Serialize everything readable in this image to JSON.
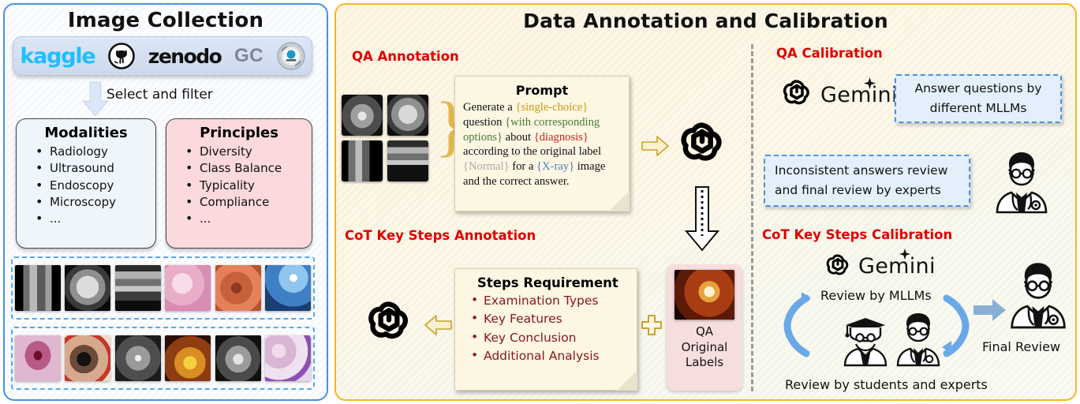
{
  "left_panel": {
    "title": "Image Collection",
    "sources": [
      {
        "name": "kaggle-logo",
        "label": "kaggle"
      },
      {
        "name": "github-logo",
        "label": ""
      },
      {
        "name": "zenodo-logo",
        "label": "zenodo"
      },
      {
        "name": "gc-logo",
        "label": "GC"
      },
      {
        "name": "tcia-logo",
        "label": ""
      }
    ],
    "arrow_caption": "Select and filter",
    "modalities": {
      "title": "Modalities",
      "items": [
        "Radiology",
        "Ultrasound",
        "Endoscopy",
        "Microscopy",
        "..."
      ]
    },
    "principles": {
      "title": "Principles",
      "items": [
        "Diversity",
        "Class Balance",
        "Typicality",
        "Compliance",
        "..."
      ]
    },
    "thumbnail_rows": [
      [
        "ct-abdomen",
        "mri-brain",
        "ultrasound",
        "histopathology",
        "endoscopy-colon",
        "endoscopy-blue"
      ],
      [
        "dermoscopy",
        "eye-photo",
        "fundus-angiography",
        "fundus-retina",
        "chest-xray",
        "blood-smear"
      ]
    ]
  },
  "right_panel": {
    "title": "Data Annotation and Calibration",
    "sections": {
      "qa_annotation": "QA  Annotation",
      "cot_annotation": "CoT Key Steps Annotation",
      "qa_calibration": "QA Calibration",
      "cot_calibration": "CoT Key Steps Calibration"
    },
    "prompt": {
      "title": "Prompt",
      "segments": [
        {
          "text": "Generate a ",
          "style": "plain"
        },
        {
          "text": "{single-choice}",
          "style": "gold"
        },
        {
          "text": " question ",
          "style": "plain"
        },
        {
          "text": "{with corresponding options}",
          "style": "green"
        },
        {
          "text": " about ",
          "style": "plain"
        },
        {
          "text": "{diagnosis}",
          "style": "red"
        },
        {
          "text": " according to the original label ",
          "style": "plain"
        },
        {
          "text": "{Normal}",
          "style": "gray"
        },
        {
          "text": " for a ",
          "style": "plain"
        },
        {
          "text": "{X-ray}",
          "style": "blue"
        },
        {
          "text": " image and the correct answer.",
          "style": "plain"
        }
      ]
    },
    "steps_requirement": {
      "title": "Steps Requirement",
      "items": [
        "Examination Types",
        "Key Features",
        "Key Conclusion",
        "Additional Analysis"
      ]
    },
    "qa_labels_card": {
      "line1": "QA",
      "line2": "Original",
      "line3": "Labels"
    },
    "gemini_label": "Gemini",
    "callout_1": [
      "Answer questions by",
      "different MLLMs"
    ],
    "callout_2": [
      "Inconsistent answers review",
      "and final review by experts"
    ],
    "captions": {
      "review_mllms": "Review by MLLMs",
      "review_students": "Review by students and experts",
      "final_review": "Final Review"
    }
  },
  "colors": {
    "left_border": "#4a90e2",
    "right_border": "#f4b820",
    "section_head": "#e00000",
    "steps_text": "#8a1720",
    "callout_bg": "#e3f0fb",
    "modalities_bg": "#eef6fc",
    "principles_bg": "#fbd9dc",
    "note_bg": "#fcf6e3",
    "qa_card_bg": "#f7dede",
    "arrow_blue": "#5aa7f0",
    "arrow_gold": "#e2b74a"
  }
}
